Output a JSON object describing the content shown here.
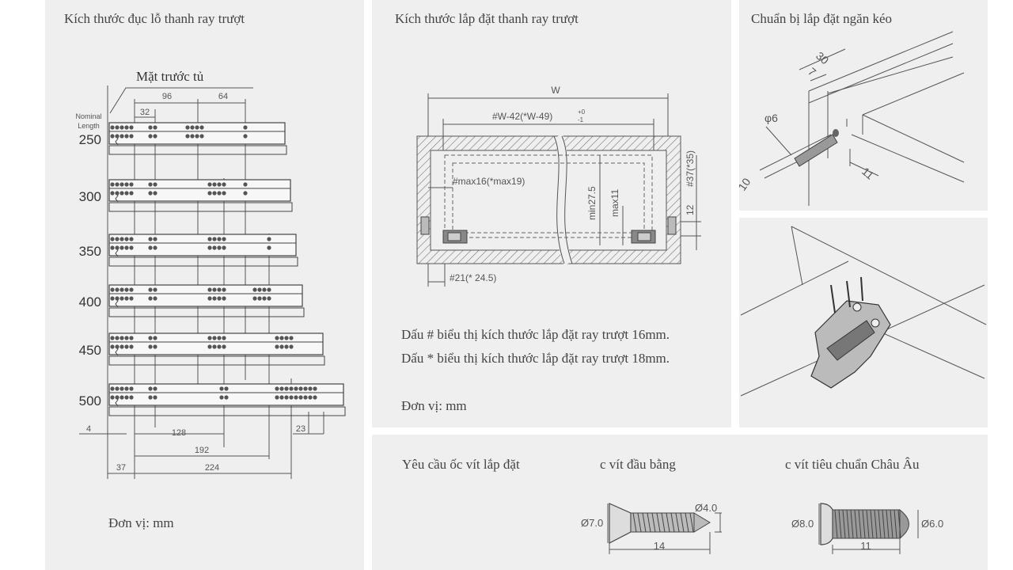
{
  "rail_holes": {
    "title": "Kích thước đục lỗ thanh ray trượt",
    "front_label": "Mặt trước tủ",
    "nominal_label_1": "Nominal",
    "nominal_label_2": "Length",
    "lengths": [
      "250",
      "300",
      "350",
      "400",
      "450",
      "500"
    ],
    "dims": {
      "d96": "96",
      "d64": "64",
      "d32": "32",
      "d4": "4",
      "d128": "128",
      "d23": "23",
      "d192": "192",
      "d37": "37",
      "d224": "224"
    },
    "unit": "Đơn vị: mm"
  },
  "rail_install": {
    "title": "Kích thước lắp đặt thanh ray trượt",
    "w": "W",
    "w42": "#W-42(*W-49)",
    "tol_top": "+0",
    "tol_bot": "-1",
    "max16": "#max16(*max19)",
    "min27": "min27.5",
    "max11": "max11",
    "d37": "#37(*35)",
    "d12": "12",
    "d21": "#21(* 24.5)",
    "note1": "Dấu # biểu thị kích thước lắp đặt ray trượt 16mm.",
    "note2": "Dấu * biểu thị kích thước lắp đặt ray trượt 18mm.",
    "unit": "Đơn vị: mm"
  },
  "drawer_prep": {
    "title": "Chuẩn bị lắp đặt ngăn kéo",
    "d30": "30",
    "d7": "7",
    "phi6": "φ6",
    "d10": "10",
    "d11": "11"
  },
  "screws": {
    "title": "Yêu cầu ốc vít lắp đặt",
    "flat_title": "c vít đầu bằng",
    "euro_title": "c vít tiêu chuẩn Châu Âu",
    "flat": {
      "head": "Ø7.0",
      "tip": "Ø4.0",
      "len": "14"
    },
    "euro": {
      "head": "Ø8.0",
      "body": "Ø6.0",
      "len": "11"
    }
  }
}
